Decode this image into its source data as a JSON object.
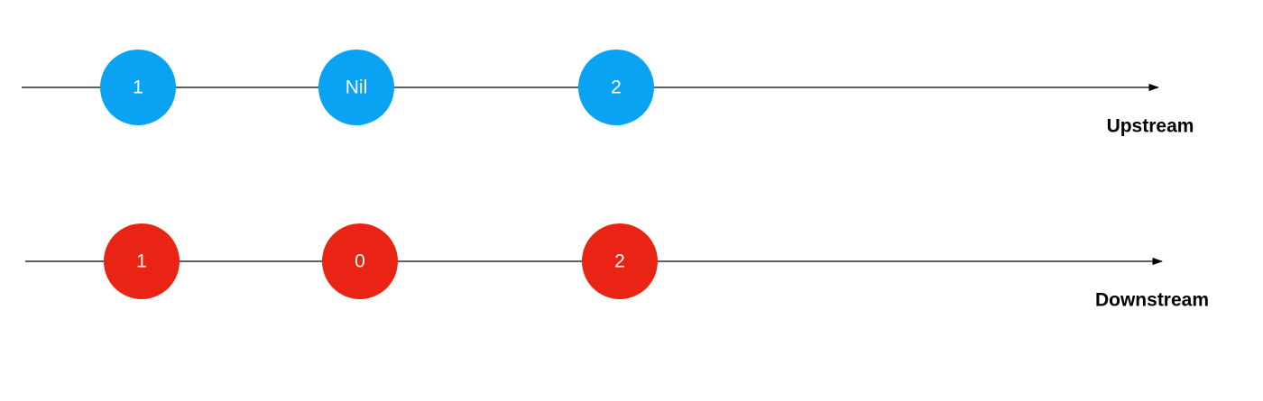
{
  "colors": {
    "upstream_marble": "#0aa3f4",
    "downstream_marble": "#ea2414",
    "line": "#000000",
    "marble_text": "#ffffff"
  },
  "upstream": {
    "label": "Upstream",
    "marbles": [
      {
        "label": "1"
      },
      {
        "label": "Nil"
      },
      {
        "label": "2"
      }
    ]
  },
  "downstream": {
    "label": "Downstream",
    "marbles": [
      {
        "label": "1"
      },
      {
        "label": "0"
      },
      {
        "label": "2"
      }
    ]
  }
}
